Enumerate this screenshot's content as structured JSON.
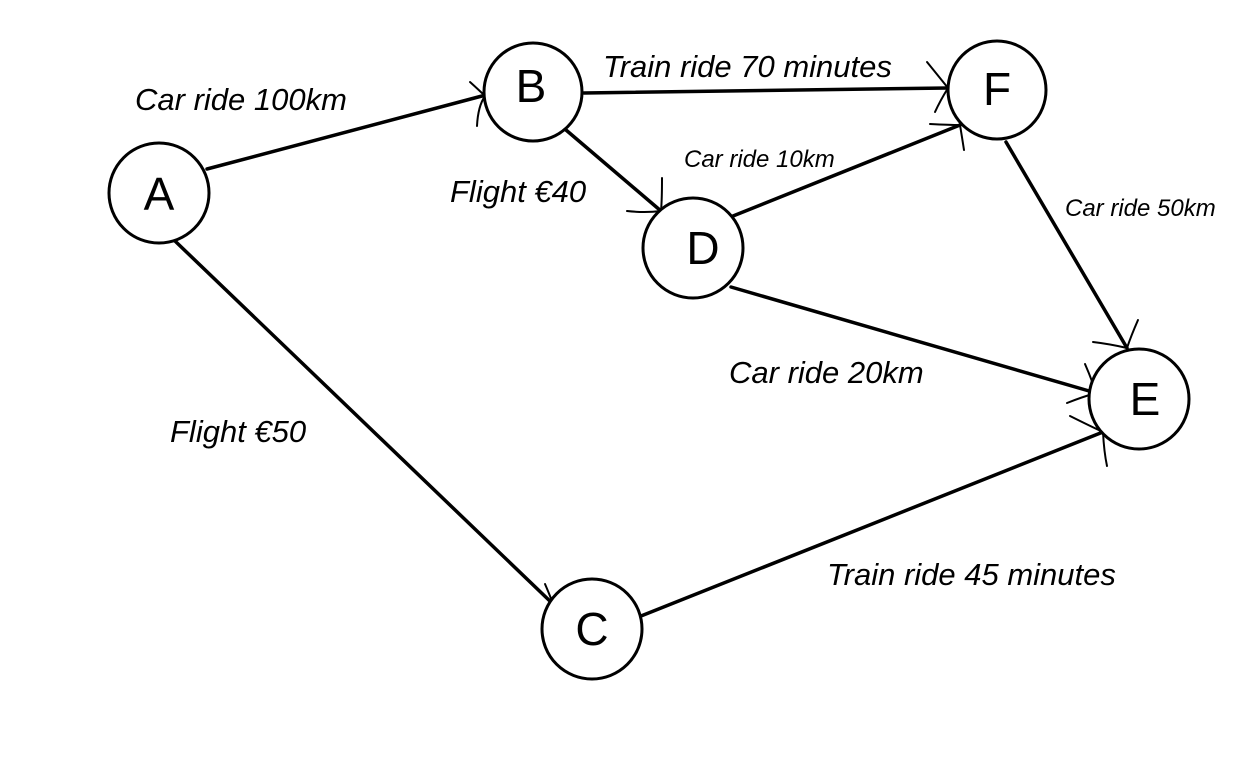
{
  "nodes": [
    {
      "id": "A",
      "label": "A"
    },
    {
      "id": "B",
      "label": "B"
    },
    {
      "id": "C",
      "label": "C"
    },
    {
      "id": "D",
      "label": "D"
    },
    {
      "id": "E",
      "label": "E"
    },
    {
      "id": "F",
      "label": "F"
    }
  ],
  "edges": [
    {
      "from": "A",
      "to": "B",
      "label": "Car ride 100km"
    },
    {
      "from": "A",
      "to": "C",
      "label": "Flight €50"
    },
    {
      "from": "B",
      "to": "F",
      "label": "Train ride 70 minutes"
    },
    {
      "from": "B",
      "to": "D",
      "label": "Flight €40"
    },
    {
      "from": "D",
      "to": "F",
      "label": "Car ride 10km"
    },
    {
      "from": "F",
      "to": "E",
      "label": "Car ride 50km"
    },
    {
      "from": "D",
      "to": "E",
      "label": "Car ride 20km"
    },
    {
      "from": "C",
      "to": "E",
      "label": "Train ride 45 minutes"
    }
  ]
}
